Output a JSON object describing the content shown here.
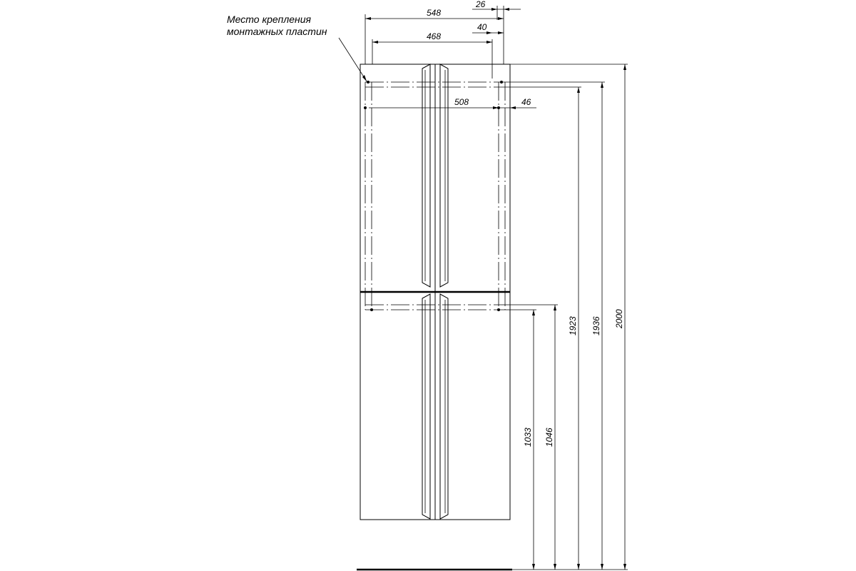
{
  "callout": {
    "line1": "Место крепления",
    "line2": "монтажных пластин"
  },
  "dimensions": {
    "overall_width": "548",
    "top_offset": "26",
    "plate_span": "468",
    "plate_offset": "40",
    "inner_span": "508",
    "inner_offset": "46",
    "height_1923": "1923",
    "height_1936": "1936",
    "height_2000": "2000",
    "height_1033": "1033",
    "height_1046": "1046"
  }
}
